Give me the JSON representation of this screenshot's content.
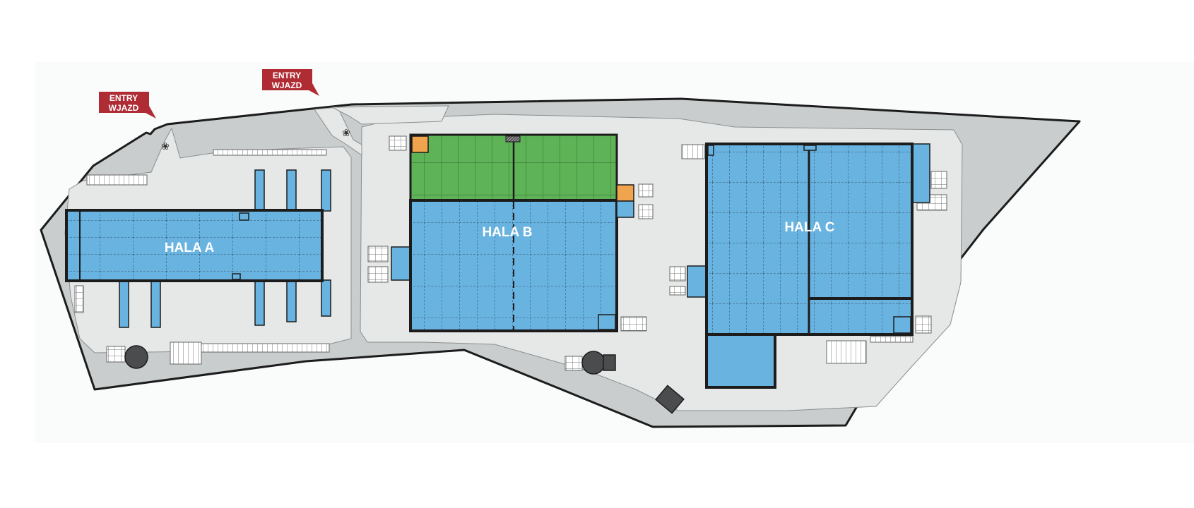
{
  "plan": {
    "halls": [
      {
        "label": "HALA A"
      },
      {
        "label": "HALA B"
      },
      {
        "label": "HALA C"
      }
    ],
    "entries": [
      {
        "line1": "ENTRY",
        "line2": "WJAZD"
      },
      {
        "line1": "ENTRY",
        "line2": "WJAZD"
      }
    ],
    "colors": {
      "warehouse": "#69b3e1",
      "office": "#5db356",
      "technical": "#f0a44e",
      "site": "#c9cdcd",
      "road": "#e6e8e8",
      "entry_sign": "#b02c35",
      "outline": "#1c1c1c"
    }
  }
}
